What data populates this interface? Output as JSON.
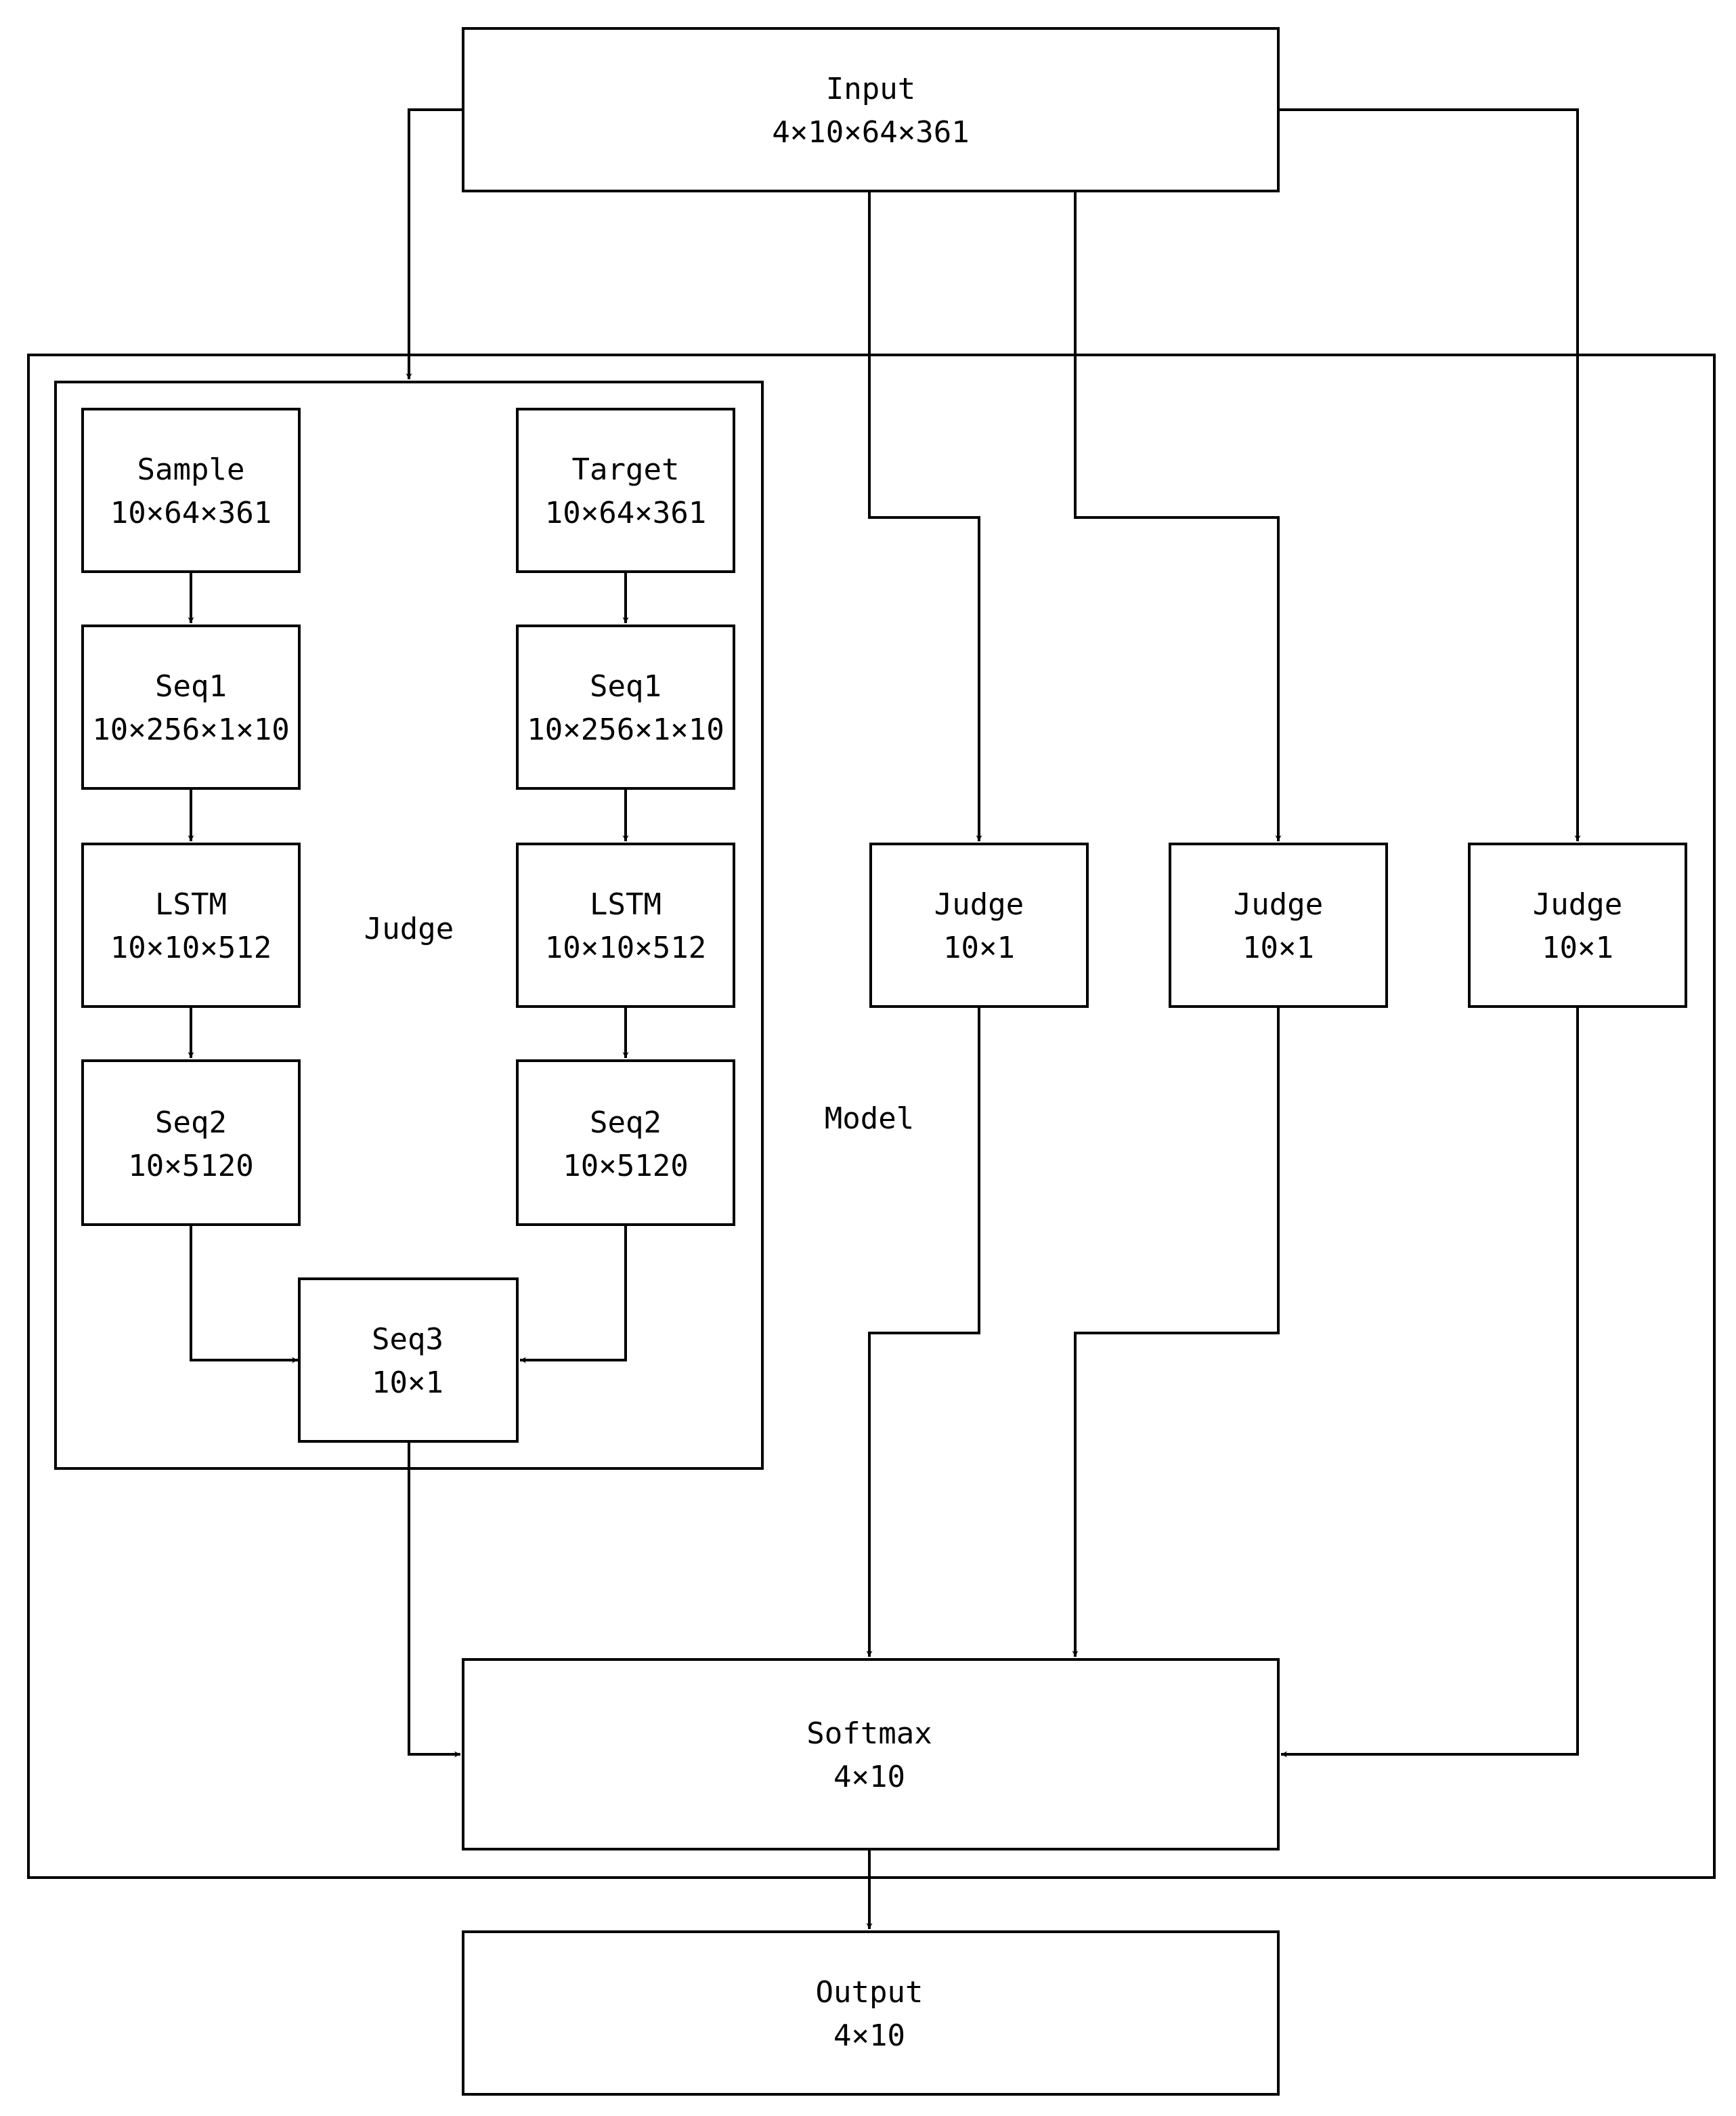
{
  "input": {
    "name": "Input",
    "shape": "4×10×64×361"
  },
  "model": {
    "label": "Model"
  },
  "judge_group": {
    "label": "Judge"
  },
  "sample": {
    "name": "Sample",
    "shape": "10×64×361"
  },
  "target": {
    "name": "Target",
    "shape": "10×64×361"
  },
  "seq1_left": {
    "name": "Seq1",
    "shape": "10×256×1×10"
  },
  "seq1_right": {
    "name": "Seq1",
    "shape": "10×256×1×10"
  },
  "lstm_left": {
    "name": "LSTM",
    "shape": "10×10×512"
  },
  "lstm_right": {
    "name": "LSTM",
    "shape": "10×10×512"
  },
  "seq2_left": {
    "name": "Seq2",
    "shape": "10×5120"
  },
  "seq2_right": {
    "name": "Seq2",
    "shape": "10×5120"
  },
  "seq3": {
    "name": "Seq3",
    "shape": "10×1"
  },
  "judge_a": {
    "name": "Judge",
    "shape": "10×1"
  },
  "judge_b": {
    "name": "Judge",
    "shape": "10×1"
  },
  "judge_c": {
    "name": "Judge",
    "shape": "10×1"
  },
  "softmax": {
    "name": "Softmax",
    "shape": "4×10"
  },
  "output": {
    "name": "Output",
    "shape": "4×10"
  }
}
